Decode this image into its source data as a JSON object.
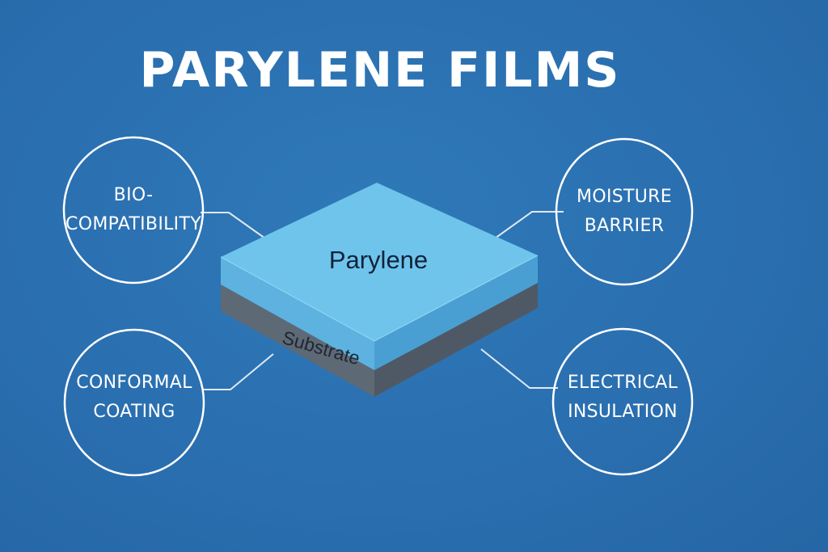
{
  "title": "PARYLENE FILMS",
  "layers": {
    "top": "Parylene",
    "bottom": "Substrate"
  },
  "properties": [
    {
      "lines": [
        "BIO-",
        "COMPATIBILITY"
      ]
    },
    {
      "lines": [
        "MOISTURE",
        "BARRIER"
      ]
    },
    {
      "lines": [
        "CONFORMAL",
        "COATING"
      ]
    },
    {
      "lines": [
        "ELECTRICAL",
        "INSULATION"
      ]
    }
  ],
  "colors": {
    "background": "#2a6fb0",
    "parylene_top": "#6cc3ea",
    "parylene_side": "#5aaedc",
    "substrate": "#5f6b78",
    "outline": "#ffffff"
  }
}
